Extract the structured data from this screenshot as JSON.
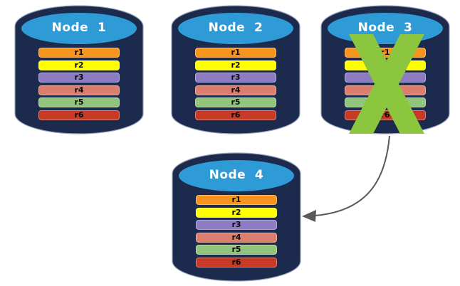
{
  "diagram": {
    "description": "Replicated database nodes; failed node data moved to new node",
    "colors": {
      "cylinder_body": "#1B2A4D",
      "cylinder_top": "#2E9BD6",
      "edge_highlight": "#9AA3B8",
      "failure_x": "#8CC63F",
      "arrow": "#595959",
      "node_text": "#FFFFFF",
      "row_text": "#0A0A0A"
    },
    "nodes": [
      {
        "label": "Node  1",
        "failed": false,
        "rows": [
          {
            "label": "r1",
            "color": "#F7941E"
          },
          {
            "label": "r2",
            "color": "#FFFF00"
          },
          {
            "label": "r3",
            "color": "#8E7CC3"
          },
          {
            "label": "r4",
            "color": "#DC7E6D"
          },
          {
            "label": "r5",
            "color": "#93C47D"
          },
          {
            "label": "r6",
            "color": "#C63A26"
          }
        ]
      },
      {
        "label": "Node  2",
        "failed": false,
        "rows": [
          {
            "label": "r1",
            "color": "#F7941E"
          },
          {
            "label": "r2",
            "color": "#FFFF00"
          },
          {
            "label": "r3",
            "color": "#8E7CC3"
          },
          {
            "label": "r4",
            "color": "#DC7E6D"
          },
          {
            "label": "r5",
            "color": "#93C47D"
          },
          {
            "label": "r6",
            "color": "#C63A26"
          }
        ]
      },
      {
        "label": "Node  3",
        "failed": true,
        "rows": [
          {
            "label": "r1",
            "color": "#F7941E"
          },
          {
            "label": "r2",
            "color": "#FFFF00"
          },
          {
            "label": "r3",
            "color": "#8E7CC3"
          },
          {
            "label": "r4",
            "color": "#DC7E6D"
          },
          {
            "label": "r5",
            "color": "#93C47D"
          },
          {
            "label": "r6",
            "color": "#C63A26"
          }
        ]
      },
      {
        "label": "Node  4",
        "failed": false,
        "rows": [
          {
            "label": "r1",
            "color": "#F7941E"
          },
          {
            "label": "r2",
            "color": "#FFFF00"
          },
          {
            "label": "r3",
            "color": "#8E7CC3"
          },
          {
            "label": "r4",
            "color": "#DC7E6D"
          },
          {
            "label": "r5",
            "color": "#93C47D"
          },
          {
            "label": "r6",
            "color": "#C63A26"
          }
        ]
      }
    ]
  }
}
